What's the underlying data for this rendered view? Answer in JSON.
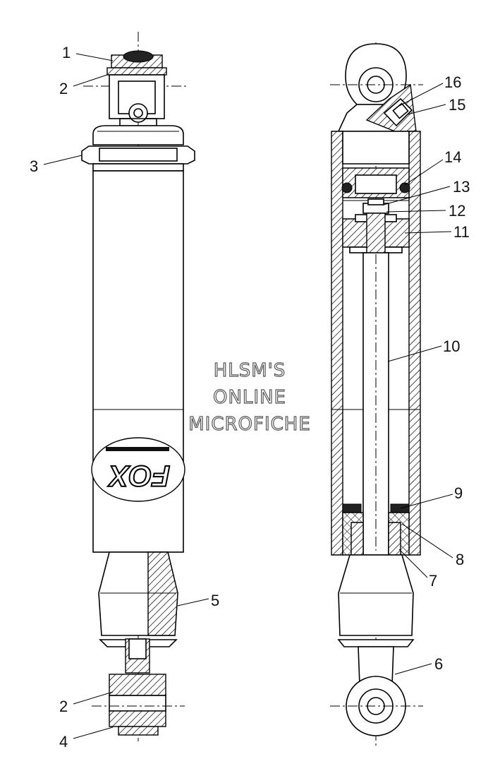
{
  "watermark": {
    "line1": "HLSM'S",
    "line2": "ONLINE",
    "line3": "MICROFICHE"
  },
  "callouts": {
    "c1": "1",
    "c2_top": "2",
    "c3": "3",
    "c2_bottom": "2",
    "c4": "4",
    "c5": "5",
    "c6": "6",
    "c7": "7",
    "c8": "8",
    "c9": "9",
    "c10": "10",
    "c11": "11",
    "c12": "12",
    "c13": "13",
    "c14": "14",
    "c15": "15",
    "c16": "16"
  },
  "logo_text": "FOX"
}
